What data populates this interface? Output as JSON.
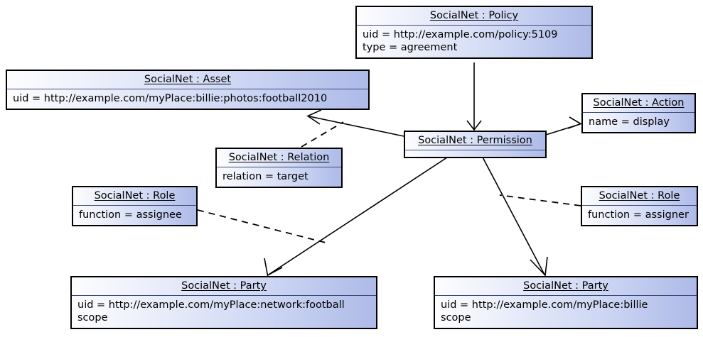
{
  "diagram": {
    "kind": "uml-object-diagram",
    "title": "SocialNet Policy Object Diagram",
    "background_color": "#ffffff",
    "node_border_color": "#000000",
    "node_fill_from": "#fdfdff",
    "node_fill_to": "#aebae8",
    "edge_color": "#000000"
  },
  "nodes": [
    {
      "id": "policy",
      "title": "SocialNet : Policy",
      "attrs": [
        "uid = http://example.com/policy:5109",
        "type = agreement"
      ]
    },
    {
      "id": "asset",
      "title": "SocialNet : Asset",
      "attrs": [
        "uid = http://example.com/myPlace:billie:photos:football2010"
      ]
    },
    {
      "id": "action",
      "title": "SocialNet : Action",
      "attrs": [
        "name = display"
      ]
    },
    {
      "id": "permission",
      "title": "SocialNet : Permission",
      "attrs": [
        ""
      ]
    },
    {
      "id": "relation",
      "title": "SocialNet : Relation",
      "attrs": [
        "relation = target"
      ]
    },
    {
      "id": "role-assignee",
      "title": "SocialNet : Role",
      "attrs": [
        "function = assignee"
      ]
    },
    {
      "id": "role-assigner",
      "title": "SocialNet : Role",
      "attrs": [
        "function = assigner"
      ]
    },
    {
      "id": "party-network",
      "title": "SocialNet : Party",
      "attrs": [
        "uid = http://example.com/myPlace:network:football",
        "scope"
      ]
    },
    {
      "id": "party-billie",
      "title": "SocialNet : Party",
      "attrs": [
        "uid = http://example.com/myPlace:billie",
        "scope"
      ]
    }
  ],
  "edges": [
    {
      "id": "policy-permission",
      "from": "policy",
      "to": "permission",
      "style": "solid",
      "arrow": "open"
    },
    {
      "id": "permission-action",
      "from": "permission",
      "to": "action",
      "style": "solid",
      "arrow": "open"
    },
    {
      "id": "permission-asset",
      "from": "permission",
      "to": "asset",
      "style": "solid",
      "arrow": "open"
    },
    {
      "id": "permission-party-network",
      "from": "permission",
      "to": "party-network",
      "style": "solid",
      "arrow": "open"
    },
    {
      "id": "permission-party-billie",
      "from": "permission",
      "to": "party-billie",
      "style": "solid",
      "arrow": "open"
    },
    {
      "id": "relation-link",
      "from": "relation",
      "to": "permission-asset",
      "style": "dashed",
      "arrow": "none"
    },
    {
      "id": "role-assignee-link",
      "from": "role-assignee",
      "to": "permission-party-network",
      "style": "dashed",
      "arrow": "none"
    },
    {
      "id": "role-assigner-link",
      "from": "role-assigner",
      "to": "permission-party-billie",
      "style": "dashed",
      "arrow": "none"
    }
  ]
}
